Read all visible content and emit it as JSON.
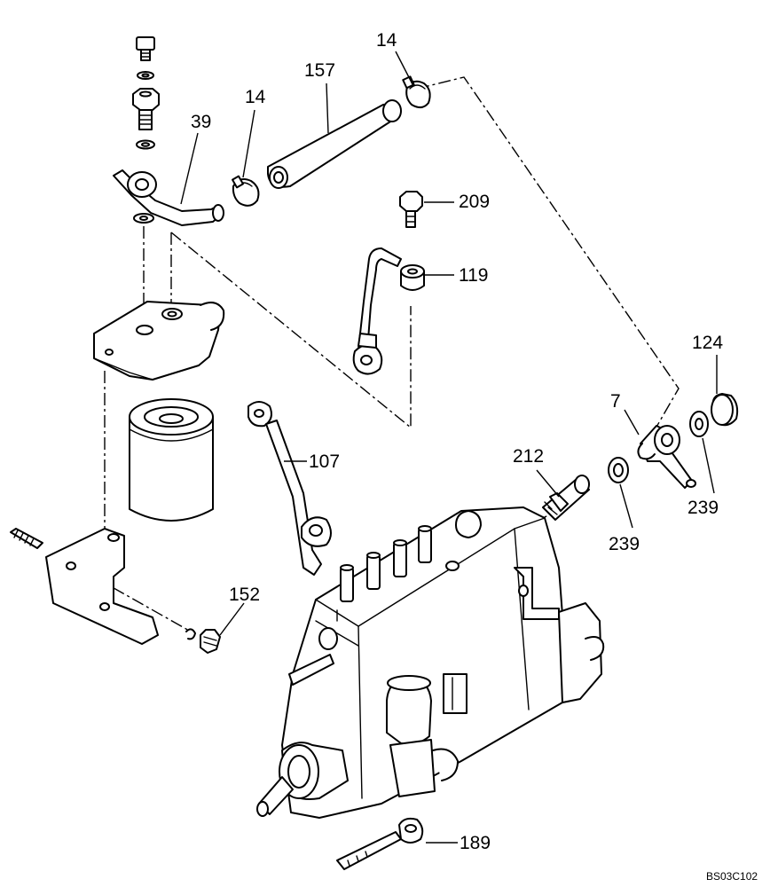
{
  "callouts": {
    "p14a": "14",
    "p14b": "14",
    "p157": "157",
    "p39": "39",
    "p209": "209",
    "p119": "119",
    "p124": "124",
    "p7": "7",
    "p107": "107",
    "p212": "212",
    "p239a": "239",
    "p239b": "239",
    "p152": "152",
    "p189": "189"
  },
  "drawing_code": "BS03C102"
}
